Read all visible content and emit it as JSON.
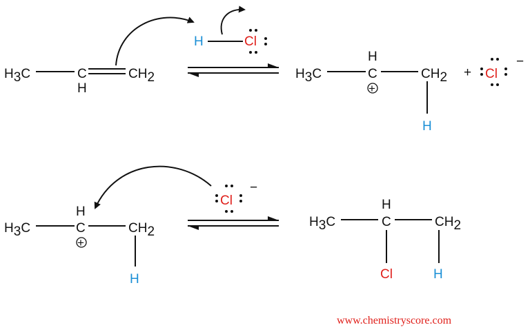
{
  "reaction": {
    "step1": {
      "reactant": {
        "h3c": "H",
        "h3c_sub": "3",
        "h3c_c": "C",
        "c": "C",
        "h": "H",
        "ch2": "CH",
        "ch2_sub": "2"
      },
      "hcl": {
        "h": "H",
        "cl": "Cl"
      },
      "product": {
        "h3c": "H",
        "h3c_sub": "3",
        "h3c_c": "C",
        "c": "C",
        "top_h": "H",
        "plus": "+",
        "ch2": "CH",
        "ch2_sub": "2",
        "added_h": "H"
      },
      "plus_sign": "+",
      "chloride": {
        "cl": "Cl",
        "charge": "−"
      }
    },
    "step2": {
      "cation": {
        "h3c": "H",
        "h3c_sub": "3",
        "h3c_c": "C",
        "c": "C",
        "top_h": "H",
        "plus": "+",
        "ch2": "CH",
        "ch2_sub": "2",
        "added_h": "H"
      },
      "chloride": {
        "cl": "Cl",
        "charge": "−"
      },
      "product": {
        "h3c": "H",
        "h3c_sub": "3",
        "h3c_c": "C",
        "c": "C",
        "top_h": "H",
        "ch2": "CH",
        "ch2_sub": "2",
        "cl": "Cl",
        "h": "H"
      }
    }
  },
  "watermark": "www.chemistryscore.com",
  "colors": {
    "chlorine": "#e0201b",
    "hydrogen": "#1a8fd6",
    "ink": "#111111"
  }
}
